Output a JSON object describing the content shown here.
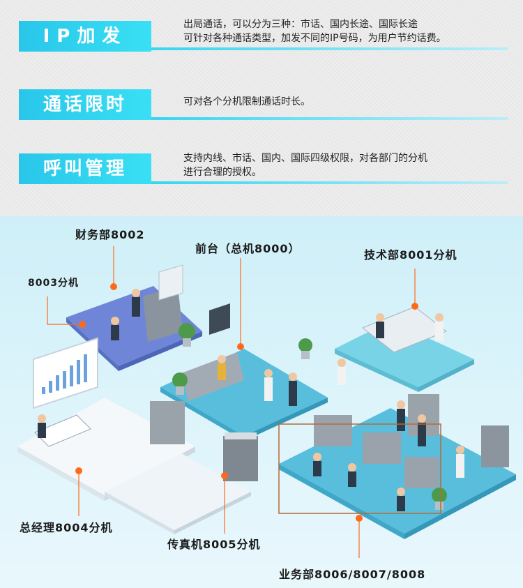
{
  "features": [
    {
      "badge": "IP加发",
      "lines": [
        "出局通话，可以分为三种：市话、国内长途、国际长途",
        "可针对各种通话类型，加发不同的IP号码，为用户节约话费。"
      ]
    },
    {
      "badge": "通话限时",
      "lines": [
        "可对各个分机限制通话时长。"
      ]
    },
    {
      "badge": "呼叫管理",
      "lines": [
        "支持内线、市话、国内、国际四级权限，对各部门的分机",
        "进行合理的授权。"
      ]
    }
  ],
  "labels": {
    "finance": "财务部8002",
    "ext8003": "8003分机",
    "front": "前台（总机8000）",
    "tech": "技术部8001分机",
    "gm": "总经理8004分机",
    "fax": "传真机8005分机",
    "business": "业务部8006/8007/8008"
  },
  "colors": {
    "badge_start": "#29c6ea",
    "badge_end": "#39e0f4",
    "marker": "#ff6a1a",
    "floor_blue": "#6f86d8",
    "floor_cyan": "#58bedc",
    "floor_white": "#f4f8fb"
  }
}
